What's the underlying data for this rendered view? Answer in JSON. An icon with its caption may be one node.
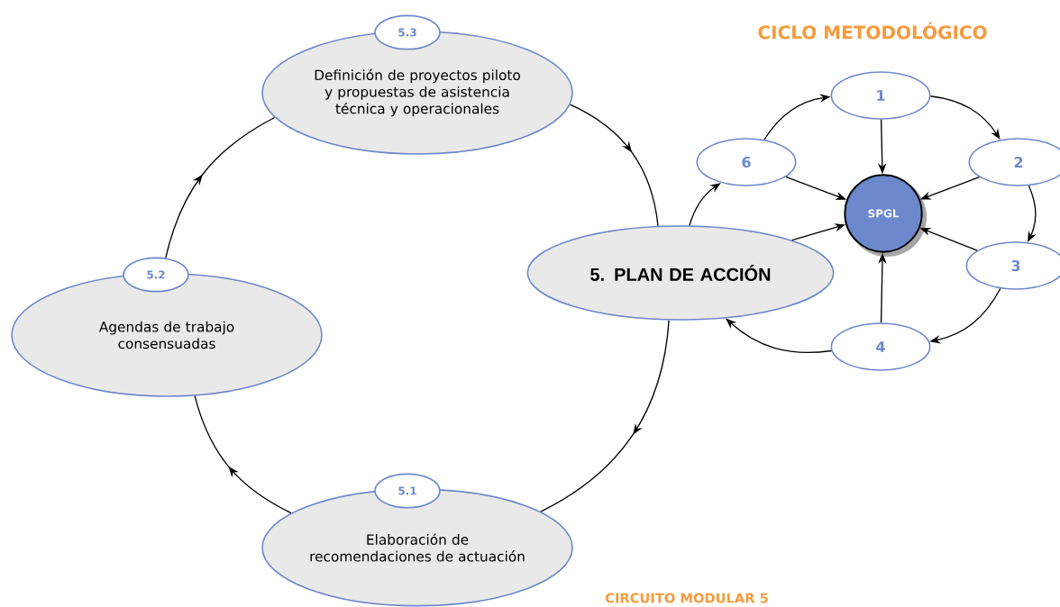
{
  "diagram": {
    "nodes": [
      {
        "text": [
          "5.3"
        ]
      },
      {
        "text": [
          "Definición de proyectos piloto y propuestas de asistencia técnica y operacionales"
        ]
      },
      {
        "text": [
          "5.2"
        ]
      },
      {
        "text": [
          "Agendas de trabajo consensuadas"
        ]
      },
      {
        "text": [
          "5. PLAN DE ACCIÓN"
        ]
      },
      {
        "text": [
          "5.1"
        ]
      },
      {
        "text": [
          "Elaboración de recomendaciones de actuación"
        ]
      },
      {
        "text": [
          "1"
        ]
      },
      {
        "text": [
          "6"
        ]
      },
      {
        "text": [
          "2"
        ]
      },
      {
        "text": [
          "SPGL"
        ]
      },
      {
        "text": [
          "3"
        ]
      },
      {
        "text": [
          "4"
        ]
      }
    ],
    "edges": [
      {
        "from": 4,
        "to": 6,
        "arrow": "to"
      },
      {
        "from": 6,
        "to": 3,
        "arrow": "to"
      },
      {
        "from": 2,
        "to": 1,
        "arrow": "to"
      },
      {
        "from": 1,
        "to": 4,
        "arrow": "to"
      },
      {
        "from": 7,
        "to": 9,
        "arrow": "to"
      },
      {
        "from": 9,
        "to": 11,
        "arrow": "to"
      },
      {
        "from": 11,
        "to": 12,
        "arrow": "to"
      },
      {
        "from": 12,
        "to": 4,
        "arrow": "to"
      },
      {
        "from": 4,
        "to": 8,
        "arrow": "to"
      },
      {
        "from": 8,
        "to": 7,
        "arrow": "to"
      },
      {
        "from": 7,
        "to": 10,
        "arrow": "to"
      },
      {
        "from": 9,
        "to": 10,
        "arrow": "to"
      },
      {
        "from": 11,
        "to": 10,
        "arrow": "to"
      },
      {
        "from": 12,
        "to": 10,
        "arrow": "to"
      },
      {
        "from": 8,
        "to": 10,
        "arrow": "to"
      },
      {
        "from": 4,
        "to": 10,
        "arrow": "to"
      }
    ],
    "labels": [
      "CICLO METODOLÓGICO",
      "CIRCUITO MODULAR 5"
    ]
  }
}
